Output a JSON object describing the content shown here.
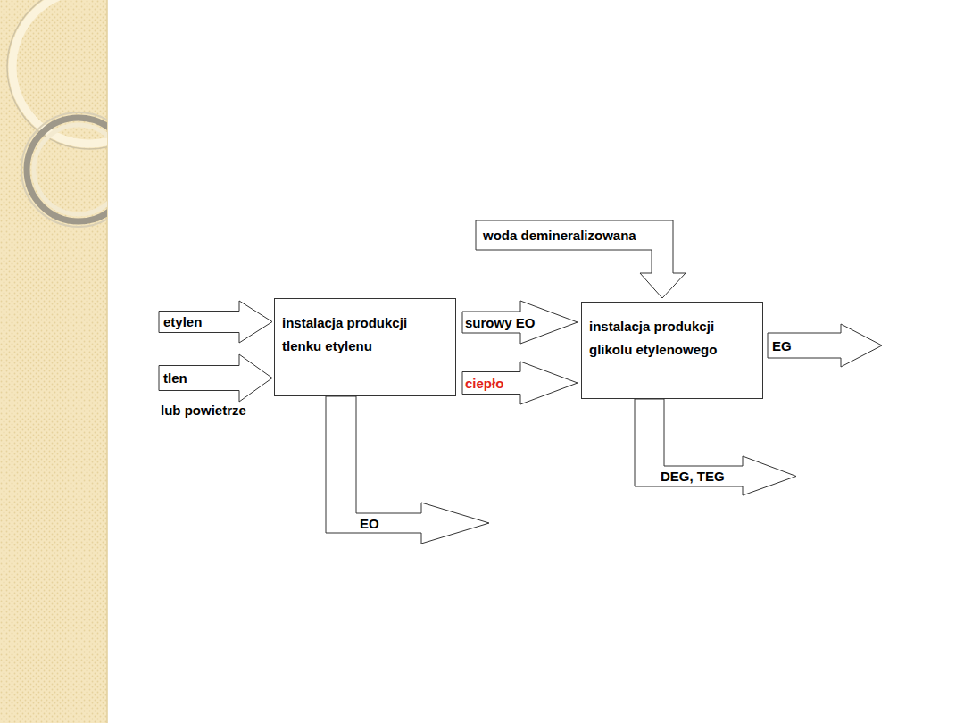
{
  "diagram": {
    "nodes": [
      {
        "text": [
          "woda demineralizowana"
        ]
      },
      {
        "text": [
          "etylen"
        ]
      },
      {
        "text": [
          "tlen",
          "lub powietrze"
        ]
      },
      {
        "text": [
          "instalacja produkcji tlenku etylenu"
        ]
      },
      {
        "text": [
          "instalacja produkcji glikolu etylenowego"
        ]
      },
      {
        "text": [
          "EG"
        ]
      },
      {
        "text": [
          "EO"
        ]
      },
      {
        "text": [
          "DEG, TEG"
        ]
      }
    ],
    "edges": [
      {
        "from": 3,
        "to": 4,
        "arrow": "to",
        "label": "surowy EO"
      },
      {
        "from": 3,
        "to": 4,
        "arrow": "to",
        "label": "ciepło"
      }
    ]
  }
}
